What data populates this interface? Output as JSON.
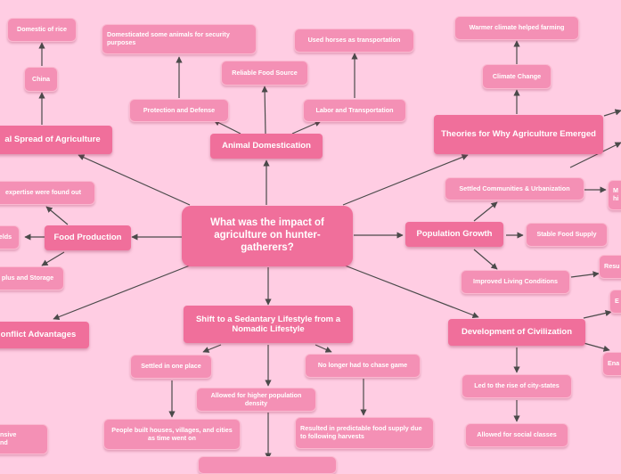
{
  "central": "What was the impact of agriculture on hunter-gatherers?",
  "branches": {
    "animal_domestication": "Animal Domestication",
    "protection_defense": "Protection and Defense",
    "domesticated_animals": "Domesticated some animals for security purposes",
    "reliable_food_source": "Reliable Food Source",
    "labor_transport": "Labor and Transportation",
    "used_horses": "Used horses as transportation",
    "theories": "Theories for Why Agriculture Emerged",
    "climate_change": "Climate Change",
    "warmer_climate": "Warmer climate helped farming",
    "spread": "al Spread of Agriculture",
    "china": "China",
    "domestic_rice": "Domestic of rice",
    "food_production": "Food Production",
    "expertise": "expertise were found out",
    "fields": "elds",
    "surplus_storage": "plus and Storage",
    "population_growth": "Population Growth",
    "settled_communities": "Settled Communities & Urbanization",
    "stable_food": "Stable Food Supply",
    "improved_living": "Improved Living Conditions",
    "right_partial_1": "M\nhi",
    "right_partial_2": "Resu",
    "conflict": "onflict Advantages",
    "sedentary": "Shift to a Sedantary Lifestyle from a Nomadic Lifestyle",
    "settled_one_place": "Settled in one place",
    "no_chase": "No longer had to chase game",
    "higher_density": "Allowed for higher population density",
    "built_houses": "People built houses, villages, and cities as time went on",
    "predictable_supply": "Resulted in predictable food supply due to following harvests",
    "bottom_left_partial": "ensive\nand",
    "civilization": "Development of Civilization",
    "city_states": "Led to the rise of city-states",
    "social_classes": "Allowed for social classes",
    "right_partial_3": "E",
    "right_partial_4": "Ena"
  }
}
